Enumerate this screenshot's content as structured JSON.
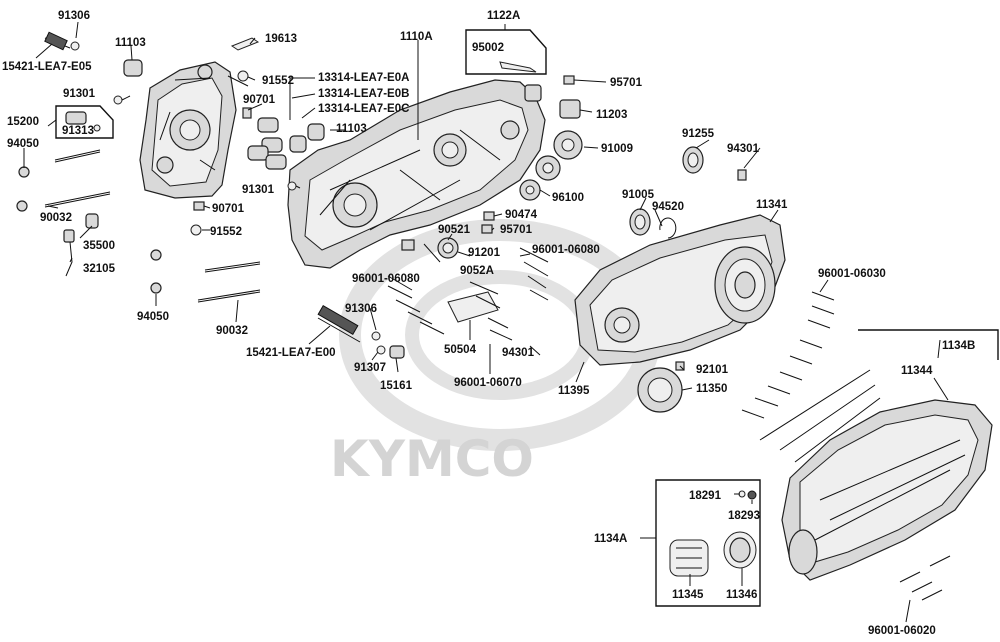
{
  "watermark": {
    "brand": "KYMCO"
  },
  "colors": {
    "ink": "#111111",
    "part_fill": "#d9d9d9",
    "watermark": "#d4d4d4"
  },
  "labels": {
    "p91306a": "91306",
    "p15421e05": "15421-LEA7-E05",
    "p11103a": "11103",
    "p19613": "19613",
    "p1110a": "1110A",
    "p1122a": "1122A",
    "p95002": "95002",
    "p91552a": "91552",
    "p13314e0a": "13314-LEA7-E0A",
    "p13314e0b": "13314-LEA7-E0B",
    "p13314e0c": "13314-LEA7-E0C",
    "p95701a": "95701",
    "p11203": "11203",
    "p91301a": "91301",
    "p15200": "15200",
    "p91313": "91313",
    "p90701a": "90701",
    "p11103b": "11103",
    "p91009": "91009",
    "p91255": "91255",
    "p94301a": "94301",
    "p94050a": "94050",
    "p91301b": "91301",
    "p96100": "96100",
    "p90032a": "90032",
    "p90701b": "90701",
    "p91005": "91005",
    "p94520": "94520",
    "p11341": "11341",
    "p90474": "90474",
    "p95701b": "95701",
    "p35500": "35500",
    "p91552b": "91552",
    "p90521": "90521",
    "p91201": "91201",
    "p96001_06080a": "96001-06080",
    "p32105": "32105",
    "p9052a": "9052A",
    "p96001_06080b": "96001-06080",
    "p96001_06030": "96001-06030",
    "p94050b": "94050",
    "p90032b": "90032",
    "p91306b": "91306",
    "p15421e00": "15421-LEA7-E00",
    "p50504": "50504",
    "p94301b": "94301",
    "p92101": "92101",
    "p1134b": "1134B",
    "p11344": "11344",
    "p91307": "91307",
    "p15161": "15161",
    "p96001_06070": "96001-06070",
    "p11395": "11395",
    "p11350": "11350",
    "p18291": "18291",
    "p18293": "18293",
    "p1134a": "1134A",
    "p11345": "11345",
    "p11346": "11346",
    "p96001_06020": "96001-06020"
  }
}
